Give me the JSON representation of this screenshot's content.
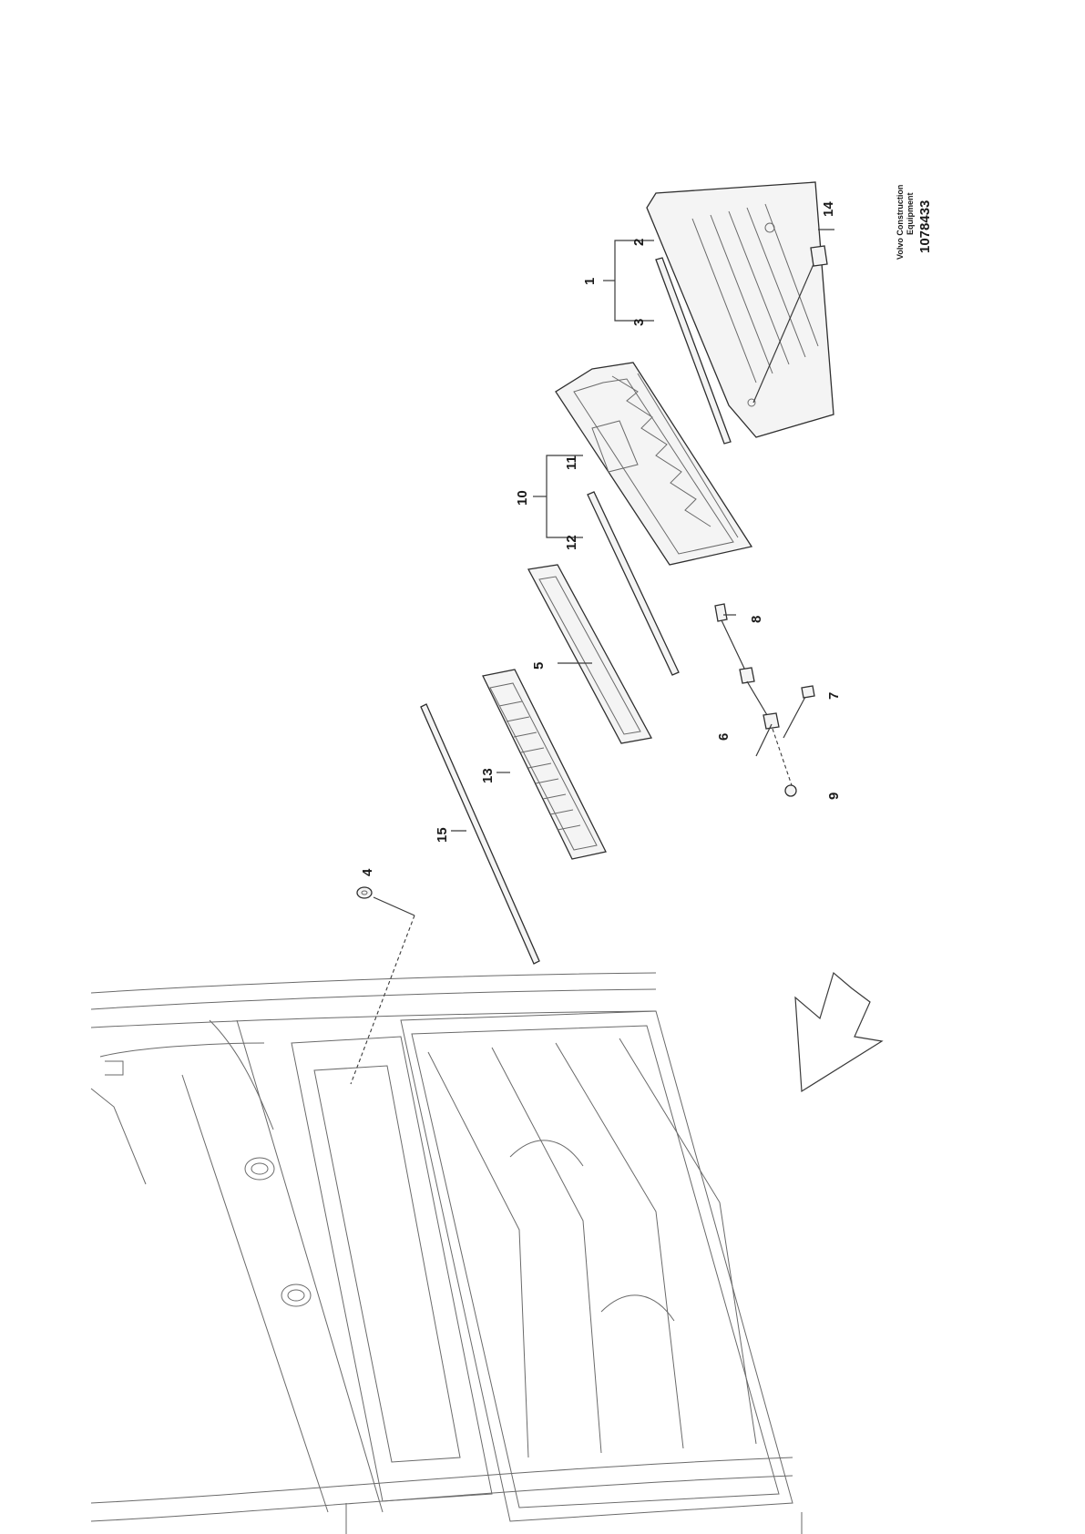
{
  "reference": {
    "company_line1": "Volvo Construction",
    "company_line2": "Equipment",
    "number": "1078433"
  },
  "callouts": {
    "c1": "1",
    "c2": "2",
    "c3": "3",
    "c4": "4",
    "c5": "5",
    "c6": "6",
    "c7": "7",
    "c8": "8",
    "c9": "9",
    "c10": "10",
    "c11": "11",
    "c12": "12",
    "c13": "13",
    "c14": "14",
    "c15": "15"
  },
  "icons": {
    "direction_arrow": "hollow-arrow-icon"
  }
}
